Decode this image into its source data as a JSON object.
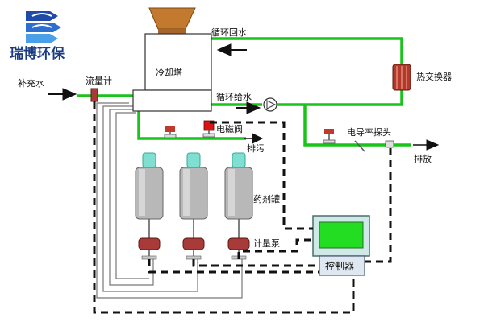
{
  "brand": {
    "name": "瑞博环保",
    "logo": "wave-logo",
    "color": "#1a3b82"
  },
  "labels": {
    "cooling_tower": "冷却塔",
    "return_water": "循环回水",
    "supply_water": "循环给水",
    "heat_exchanger": "热交换器",
    "makeup_water": "补充水",
    "flowmeter": "流量计",
    "solenoid_valve": "电磁阀",
    "blowdown": "排污",
    "conductivity_probe": "电导率探头",
    "discharge": "排放",
    "dosing_tank": "药剂罐",
    "metering_pump": "计量泵",
    "controller": "控制器"
  },
  "colors": {
    "pipe": "#19c419",
    "tank": "#b8b8b8",
    "tank_cap": "#7fe0d2",
    "pump": "#a93a3a",
    "exchanger": "#b33a2a",
    "hopper": "#c47a2e",
    "screen": "#22dd22",
    "signal": "#111111"
  }
}
